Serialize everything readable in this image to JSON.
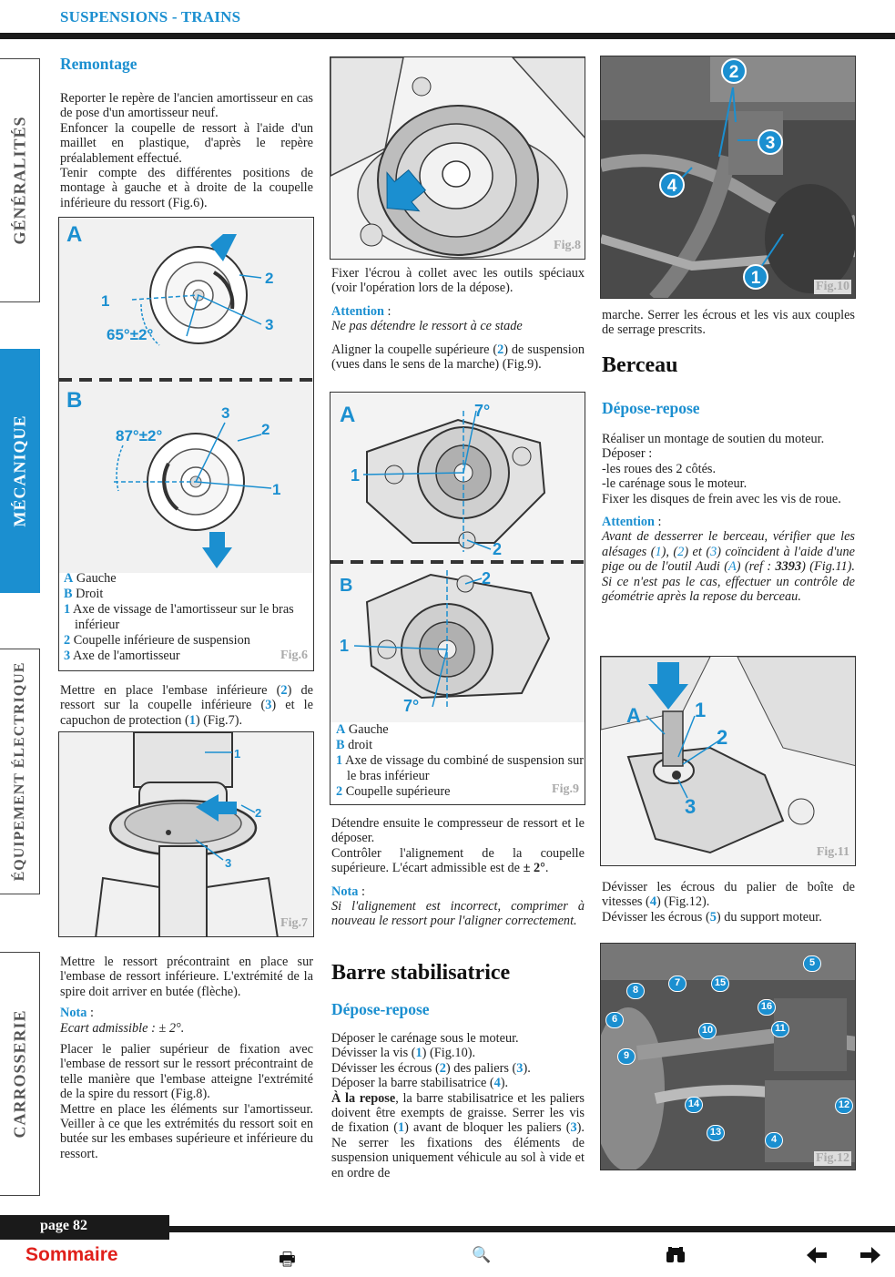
{
  "header": {
    "title": "SUSPENSIONS - TRAINS"
  },
  "tabs": [
    {
      "label": "GÉNÉRALITÉS",
      "active": false
    },
    {
      "label": "MÉCANIQUE",
      "active": true
    },
    {
      "label": "ÉQUIPEMENT ÉLECTRIQUE",
      "active": false
    },
    {
      "label": "CARROSSERIE",
      "active": false
    }
  ],
  "col1": {
    "heading": "Remontage",
    "para1": "Reporter le repère de l'ancien amortisseur en cas de pose d'un amortisseur neuf.",
    "para2": "Enfoncer la coupelle de ressort à l'aide d'un maillet en plastique, d'après le repère préalablement effectué.",
    "para3": "Tenir compte des différentes positions de montage à gauche et à droite de la coupelle inférieure du ressort (Fig.6).",
    "fig6": {
      "label": "Fig.6",
      "panel_a": "A",
      "panel_b": "B",
      "angle_a": "65°±2°",
      "angle_b": "87°±2°",
      "n1": "1",
      "n2": "2",
      "n3": "3",
      "legend": [
        {
          "key": "A",
          "text": "Gauche"
        },
        {
          "key": "B",
          "text": "Droit"
        },
        {
          "key": "1",
          "text": "Axe de vissage de l'amortisseur sur le bras inférieur"
        },
        {
          "key": "2",
          "text": "Coupelle inférieure de suspension"
        },
        {
          "key": "3",
          "text": "Axe de l'amortisseur"
        }
      ]
    },
    "para4_a": "Mettre en place l'embase inférieure (",
    "para4_n2": "2",
    "para4_b": ") de ressort sur la coupelle inférieure (",
    "para4_n3": "3",
    "para4_c": ") et le capuchon de protection (",
    "para4_n1": "1",
    "para4_d": ") (Fig.7).",
    "fig7": {
      "label": "Fig.7",
      "n1": "1",
      "n2": "2",
      "n3": "3"
    },
    "para5": "Mettre le ressort précontraint en place sur l'embase de ressort inférieure. L'extrémité de la spire doit arriver en butée (flèche).",
    "nota_label": "Nota",
    "nota_colon": " :",
    "nota_text": "Ecart admissible : ± 2°.",
    "para6": "Placer le palier supérieur de fixation avec l'embase de ressort sur le ressort précontraint de telle manière que l'embase atteigne l'extrémité de la spire du ressort (Fig.8).",
    "para7": "Mettre en place les éléments sur l'amortisseur. Veiller à ce que les extrémités du ressort soit en butée sur les embases supérieure et inférieure du ressort."
  },
  "col2": {
    "fig8": {
      "label": "Fig.8"
    },
    "para1": "Fixer l'écrou à collet avec les outils spéciaux (voir l'opération lors de la dépose).",
    "att_label": "Attention",
    "att_colon": " :",
    "att_text": "Ne pas détendre le ressort à ce stade",
    "para2_a": "Aligner la coupelle supérieure (",
    "para2_n": "2",
    "para2_b": ") de suspension (vues dans le sens de la marche) (Fig.9).",
    "fig9": {
      "label": "Fig.9",
      "panel_a": "A",
      "panel_b": "B",
      "angle": "7°",
      "n1": "1",
      "n2": "2",
      "legend": [
        {
          "key": "A",
          "text": "Gauche"
        },
        {
          "key": "B",
          "text": "droit"
        },
        {
          "key": "1",
          "text": "Axe de vissage du combiné de suspension sur le bras inférieur"
        },
        {
          "key": "2",
          "text": "Coupelle supérieure"
        }
      ]
    },
    "para3": "Détendre ensuite le compresseur de ressort et le déposer.",
    "para4_a": "Contrôler l'alignement de la coupelle supérieure. L'écart admissible est de ",
    "para4_b": "± 2°",
    "para4_c": ".",
    "nota_label": "Nota",
    "nota_colon": " :",
    "nota_text": "Si l'alignement est incorrect, comprimer à nouveau le ressort pour l'aligner correctement.",
    "heading_barre": "Barre stabilisatrice",
    "sub_depose": "Dépose-repose",
    "l1": "Déposer le carénage sous le moteur.",
    "l2_a": "Dévisser la vis (",
    "l2_n": "1",
    "l2_b": ") (Fig.10).",
    "l3_a": "Dévisser les écrous (",
    "l3_n1": "2",
    "l3_b": ") des paliers (",
    "l3_n2": "3",
    "l3_c": ").",
    "l4_a": "Déposer la barre stabilisatrice (",
    "l4_n": "4",
    "l4_b": ").",
    "l5_bold": "À la repose",
    "l5_a": ", la barre stabilisatrice et les paliers doivent être exempts de graisse. Serrer les vis de fixation (",
    "l5_n1": "1",
    "l5_b": ") avant de bloquer les paliers (",
    "l5_n2": "3",
    "l5_c": "). Ne serrer les fixations des éléments de suspension uniquement véhicule au sol à vide et en ordre de"
  },
  "col3": {
    "fig10": {
      "label": "Fig.10",
      "n1": "1",
      "n2": "2",
      "n3": "3",
      "n4": "4"
    },
    "para1": "marche. Serrer les écrous et les vis aux couples de serrage prescrits.",
    "heading_berceau": "Berceau",
    "sub_depose": "Dépose-repose",
    "para2": "Réaliser un montage de soutien du moteur.",
    "l_deposer": "Déposer :",
    "l_roues": "-les roues des 2 côtés.",
    "l_carenage": "-le carénage sous le moteur.",
    "l_fixer": "Fixer les disques de frein avec les vis de roue.",
    "att_label": "Attention",
    "att_colon": " :",
    "att_a": "Avant de desserrer le berceau, vérifier que les alésages (",
    "att_n1": "1",
    "att_b": "), (",
    "att_n2": "2",
    "att_c": ") et (",
    "att_n3": "3",
    "att_d": ") coïncident à l'aide d'une pige ou de l'outil Audi (",
    "att_nA": "A",
    "att_e": ") (ref : ",
    "att_ref": "3393",
    "att_f": ") (Fig.11). Si ce n'est pas le cas, effectuer un contrôle de géométrie après la repose du berceau.",
    "fig11": {
      "label": "Fig.11",
      "nA": "A",
      "n1": "1",
      "n2": "2",
      "n3": "3"
    },
    "para3_a": "Dévisser les écrous du palier de boîte de vitesses (",
    "para3_n": "4",
    "para3_b": ") (Fig.12).",
    "para4_a": "Dévisser les écrous (",
    "para4_n": "5",
    "para4_b": ") du support moteur.",
    "fig12": {
      "label": "Fig.12",
      "nums": [
        "5",
        "8",
        "7",
        "15",
        "16",
        "6",
        "11",
        "10",
        "9",
        "14",
        "12",
        "13",
        "4"
      ]
    }
  },
  "footer": {
    "page": "page 82",
    "sommaire": "Sommaire",
    "icons": [
      "printer-icon",
      "search-doc-icon",
      "binoculars-icon",
      "arrow-left-icon",
      "arrow-right-icon"
    ]
  }
}
